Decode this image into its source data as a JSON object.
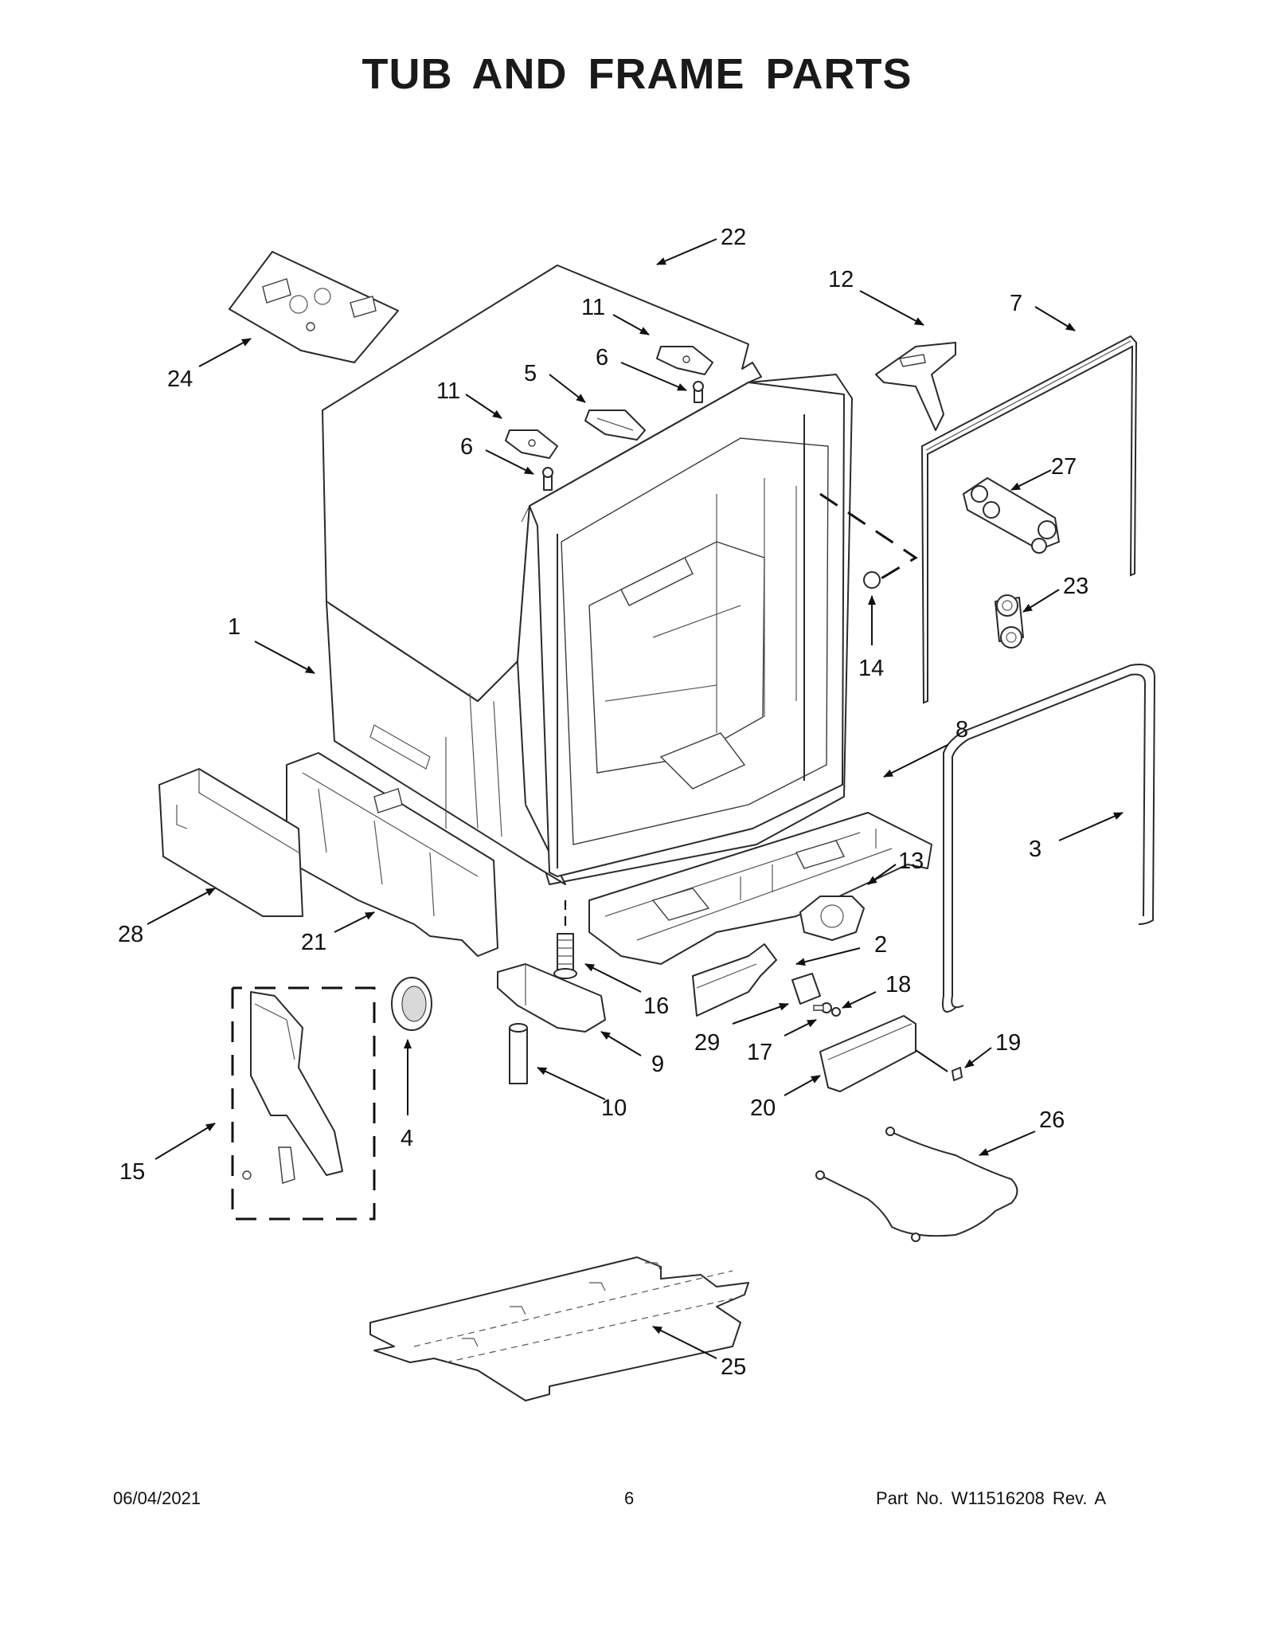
{
  "title": "TUB AND FRAME PARTS",
  "footer": {
    "date": "06/04/2021",
    "page": "6",
    "part_number": "Part No.  W11516208  Rev.  A"
  },
  "callouts": {
    "c1": "1",
    "c2": "2",
    "c3": "3",
    "c4": "4",
    "c5": "5",
    "c6a": "6",
    "c6b": "6",
    "c7": "7",
    "c8": "8",
    "c9": "9",
    "c10": "10",
    "c11a": "11",
    "c11b": "11",
    "c12": "12",
    "c13": "13",
    "c14": "14",
    "c15": "15",
    "c16": "16",
    "c17": "17",
    "c18": "18",
    "c19": "19",
    "c20": "20",
    "c21": "21",
    "c22": "22",
    "c23": "23",
    "c24": "24",
    "c25": "25",
    "c26": "26",
    "c27": "27",
    "c28": "28",
    "c29": "29"
  }
}
